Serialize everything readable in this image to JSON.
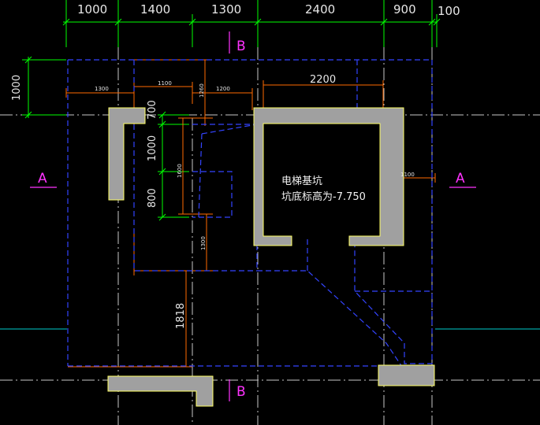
{
  "top_dimensions": [
    "1000",
    "1400",
    "1300",
    "2400",
    "900",
    "100"
  ],
  "left_dimension": "1000",
  "vertical_dimensions": [
    "700",
    "1000",
    "800"
  ],
  "small_labels": {
    "d1300_left": "1300",
    "d1100_top": "1100",
    "d1200": "1200",
    "d1600": "1600",
    "d1300_mid": "1300",
    "d1100_right": "1100",
    "d1260": "1260"
  },
  "pit_width": "2200",
  "long_vertical": "1818",
  "section_labels": {
    "a_left": "A",
    "a_right": "A",
    "b_top": "B",
    "b_bottom": "B"
  },
  "note": {
    "line1": "电梯基坑",
    "line2": "坑底标高为-7.750"
  },
  "colors": {
    "background": "#000000",
    "axis_green": "#00ff00",
    "dim_orange": "#ff6a00",
    "wall_fill": "#a0a0a0",
    "wall_edge": "#ffff66",
    "dashed_blue": "#3344ff",
    "section_magenta": "#ff33ff",
    "grid_white": "#c8c8c8",
    "cyan": "#00cccc"
  }
}
